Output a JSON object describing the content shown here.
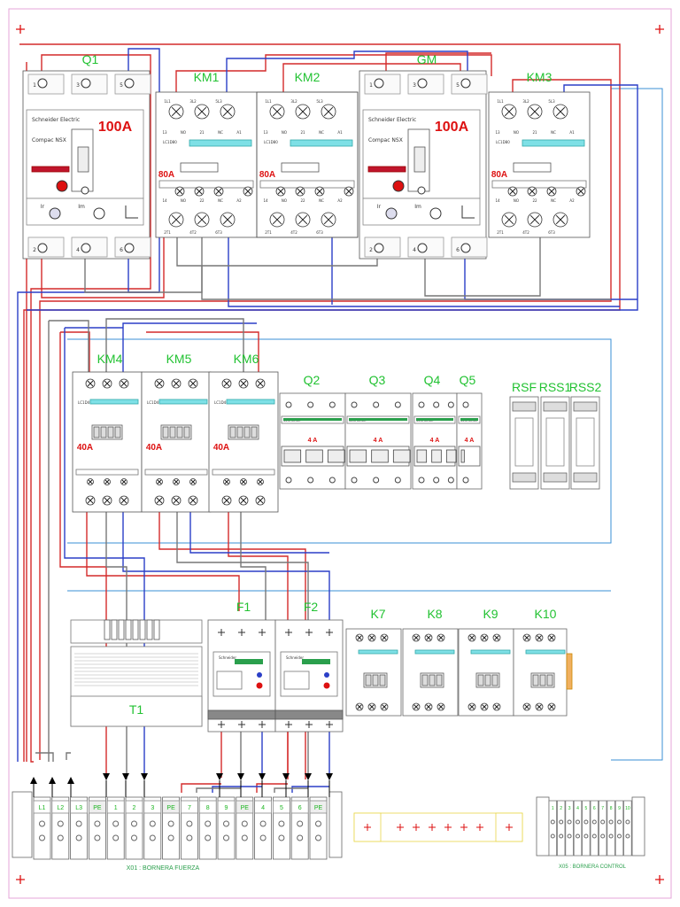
{
  "breakers_main": [
    {
      "id": "Q1",
      "brand": "Schneider Electric",
      "series": "Compac NSX",
      "rating": "100A",
      "top": [
        "1",
        "3",
        "5"
      ],
      "bottom": [
        "2",
        "4",
        "6"
      ],
      "ir": "Ir",
      "im": "Im"
    },
    {
      "id": "GM",
      "brand": "Schneider Electric",
      "series": "Compac NSX",
      "rating": "100A",
      "top": [
        "1",
        "3",
        "5"
      ],
      "bottom": [
        "2",
        "4",
        "6"
      ],
      "ir": "Ir",
      "im": "Im"
    }
  ],
  "contactors_large": [
    {
      "id": "KM1",
      "rating": "80A",
      "model": "LC1D80",
      "top": [
        "1L1",
        "3L2",
        "5L3"
      ],
      "bottom": [
        "2T1",
        "4T2",
        "6T3"
      ],
      "aux_top": [
        "13",
        "NO",
        "21",
        "NC",
        "A1"
      ],
      "aux_bot": [
        "14",
        "NO",
        "22",
        "NC",
        "A2"
      ]
    },
    {
      "id": "KM2",
      "rating": "80A",
      "model": "LC1D80",
      "top": [
        "1L1",
        "3L2",
        "5L3"
      ],
      "bottom": [
        "2T1",
        "4T2",
        "6T3"
      ],
      "aux_top": [
        "13",
        "NO",
        "21",
        "NC",
        "A1"
      ],
      "aux_bot": [
        "14",
        "NO",
        "22",
        "NC",
        "A2"
      ]
    },
    {
      "id": "KM3",
      "rating": "80A",
      "model": "LC1D80",
      "top": [
        "1L1",
        "3L2",
        "5L3"
      ],
      "bottom": [
        "2T1",
        "4T2",
        "6T3"
      ],
      "aux_top": [
        "13",
        "NO",
        "21",
        "NC",
        "A1"
      ],
      "aux_bot": [
        "14",
        "NO",
        "22",
        "NC",
        "A2"
      ]
    }
  ],
  "contactors_mid": [
    {
      "id": "KM4",
      "rating": "40A",
      "model": "LC1D40"
    },
    {
      "id": "KM5",
      "rating": "40A",
      "model": "LC1D40"
    },
    {
      "id": "KM6",
      "rating": "40A",
      "model": "LC1D40"
    }
  ],
  "mcbs": [
    {
      "id": "Q2",
      "rating": "4 A",
      "brand": "Schneider"
    },
    {
      "id": "Q3",
      "rating": "4 A",
      "brand": "Schneider"
    },
    {
      "id": "Q4",
      "rating": "4 A",
      "brand": "Schneider"
    },
    {
      "id": "Q5",
      "rating": "4 A",
      "brand": "Schneider"
    }
  ],
  "relays": [
    {
      "id": "RSF"
    },
    {
      "id": "RSS1"
    },
    {
      "id": "RSS2"
    }
  ],
  "thermal_relays": [
    {
      "id": "F1",
      "brand": "Schneider"
    },
    {
      "id": "F2",
      "brand": "Schneider"
    }
  ],
  "transformer": {
    "id": "T1"
  },
  "small_contactors": [
    {
      "id": "K7"
    },
    {
      "id": "K8"
    },
    {
      "id": "K9"
    },
    {
      "id": "K10"
    }
  ],
  "terminal_block_power": {
    "caption": "X01 : BORNERA FUERZA",
    "terminals": [
      "L1",
      "L2",
      "L3",
      "PE",
      "1",
      "2",
      "3",
      "PE",
      "7",
      "8",
      "9",
      "PE",
      "4",
      "5",
      "6",
      "PE"
    ]
  },
  "terminal_block_control": {
    "caption": "X05 : BORNERA CONTROL",
    "terminals": [
      "1",
      "2",
      "3",
      "4",
      "5",
      "6",
      "7",
      "8",
      "9",
      "10"
    ]
  },
  "colors": {
    "red": "#d42a2a",
    "blue": "#2b3fc7",
    "gray": "#666666",
    "green": "#22c232",
    "cyan": "#3a8fd6"
  }
}
